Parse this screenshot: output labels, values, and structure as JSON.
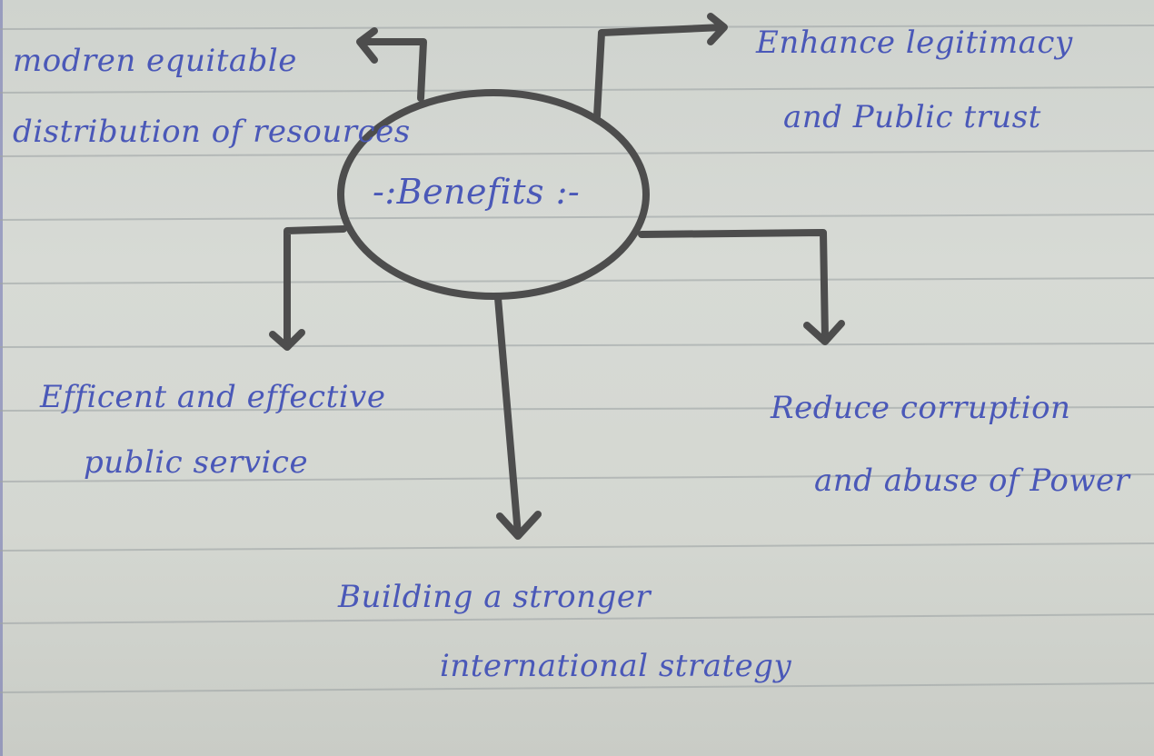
{
  "center": {
    "label": "-:Benefits :-"
  },
  "branches": {
    "top_left": {
      "line1": "modren equitable",
      "line2": "distribution of resources"
    },
    "top_right": {
      "line1": "Enhance legitimacy",
      "line2": "and Public trust"
    },
    "mid_left": {
      "line1": "Efficent and effective",
      "line2": "public service"
    },
    "mid_right": {
      "line1": "Reduce corruption",
      "line2": "and abuse of Power"
    },
    "bottom": {
      "line1": "Building a stronger",
      "line2": "international strategy"
    }
  },
  "colors": {
    "ink_blue": "#4a58b8",
    "pen_gray": "#4d4d4d",
    "paper": "#d4d7d1",
    "rule": "#9fa5a6"
  }
}
